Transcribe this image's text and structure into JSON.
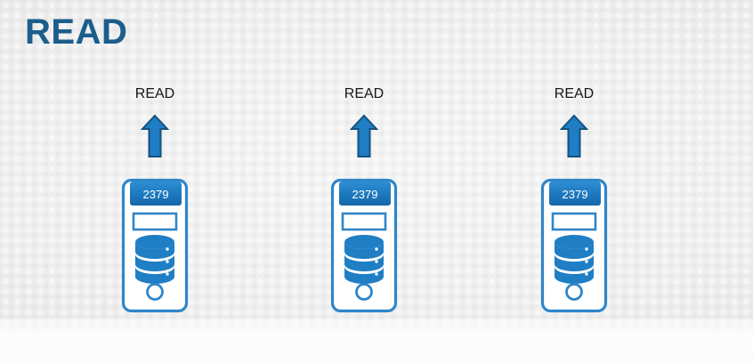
{
  "slide": {
    "title": "READ",
    "title_color": "#1b5e8c",
    "background_color": "#ececec",
    "accent_color": "#1f7ec4",
    "accent_dark_color": "#1565a5",
    "label_color": "#171717"
  },
  "nodes": [
    {
      "id": "node-1",
      "flow_label": "READ",
      "arrow_direction": "up",
      "arrow_icon": "arrow-up-icon",
      "server_icon": "server-tower-icon",
      "database_icon": "database-cylinder-icon",
      "port_badge": "2379"
    },
    {
      "id": "node-2",
      "flow_label": "READ",
      "arrow_direction": "up",
      "arrow_icon": "arrow-up-icon",
      "server_icon": "server-tower-icon",
      "database_icon": "database-cylinder-icon",
      "port_badge": "2379"
    },
    {
      "id": "node-3",
      "flow_label": "READ",
      "arrow_direction": "up",
      "arrow_icon": "arrow-up-icon",
      "server_icon": "server-tower-icon",
      "database_icon": "database-cylinder-icon",
      "port_badge": "2379"
    }
  ]
}
